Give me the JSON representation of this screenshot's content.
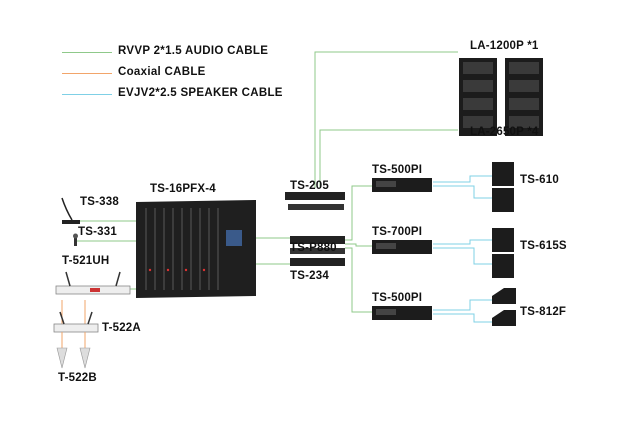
{
  "legend": [
    {
      "label": "RVVP 2*1.5 AUDIO CABLE",
      "color": "#8fc98a"
    },
    {
      "label": "Coaxial CABLE",
      "color": "#f2a56a"
    },
    {
      "label": "EVJV2*2.5 SPEAKER CABLE",
      "color": "#7fd0e6"
    }
  ],
  "devices": {
    "speaker_array_top": "LA-1200P *1",
    "speaker_array_bottom": "LA-2650P *4",
    "mixer": "TS-16PFX-4",
    "gooseneck_mic": "TS-338",
    "handheld_mic": "TS-331",
    "wireless_receiver": "T-521UH",
    "antenna_distributor": "T-522A",
    "antenna": "T-522B",
    "crossover": "TS-205",
    "processor": "TS-P880",
    "feedback_suppressor": "TS-234",
    "amp1": "TS-500PI",
    "amp2": "TS-700PI",
    "amp3": "TS-500PI",
    "speaker1": "TS-610",
    "speaker2": "TS-615S",
    "speaker3": "TS-812F"
  },
  "colors": {
    "audio": "#8fc98a",
    "coax": "#f2a56a",
    "speaker": "#7fd0e6",
    "device": "#1a1a1a"
  }
}
